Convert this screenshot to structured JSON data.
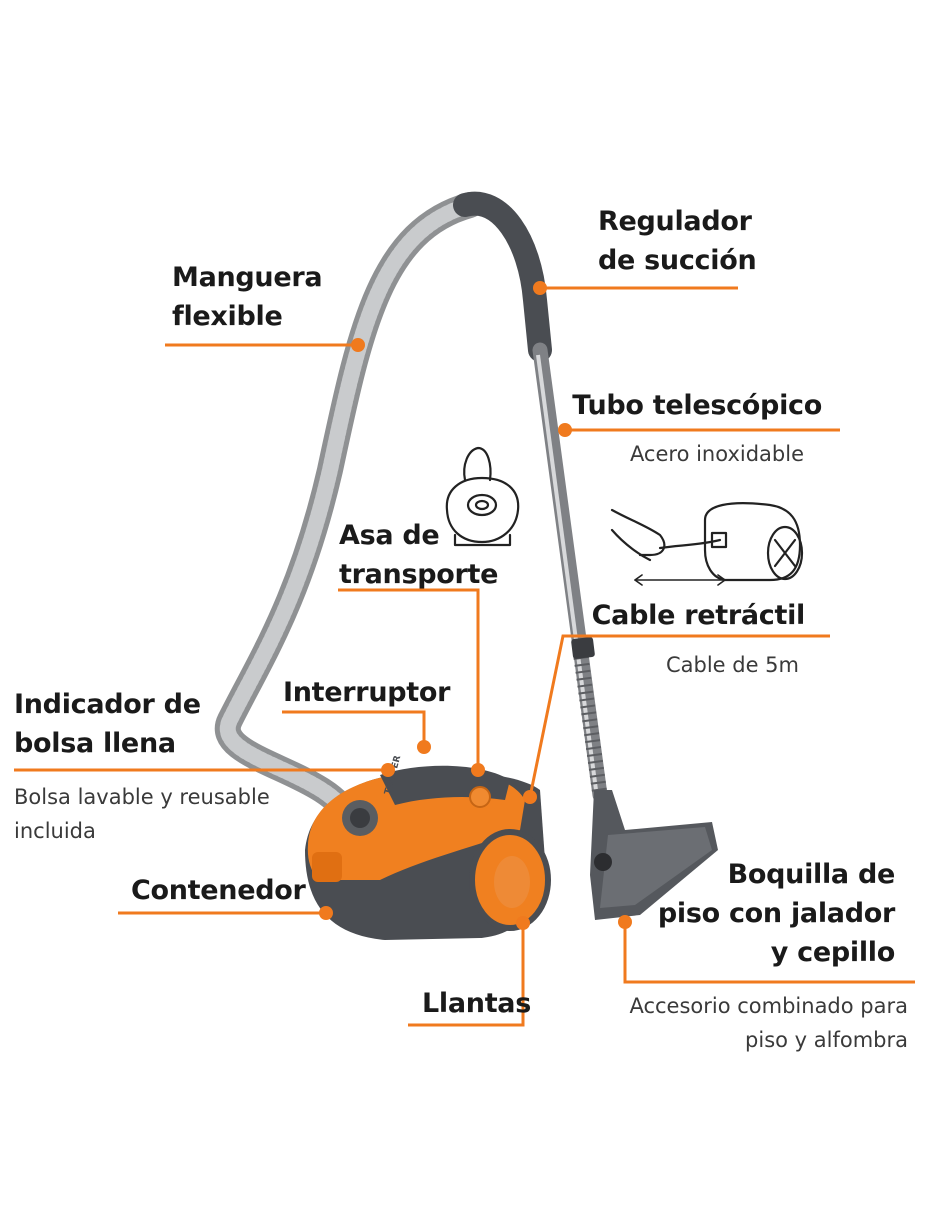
{
  "colors": {
    "accent": "#f07a1e",
    "body_orange": "#f08020",
    "dark_gray": "#4a4d52",
    "hose_gray": "#b4b6b8",
    "tube_steel": "#9a9ca0"
  },
  "labels": {
    "manguera": {
      "title": "Manguera\nflexible"
    },
    "regulador": {
      "title": "Regulador\nde succión"
    },
    "tubo": {
      "title": "Tubo telescópico",
      "subtitle": "Acero inoxidable"
    },
    "asa": {
      "title": "Asa de\ntransporte"
    },
    "cable": {
      "title": "Cable retráctil",
      "subtitle": "Cable de 5m"
    },
    "interruptor": {
      "title": "Interruptor"
    },
    "indicador": {
      "title": "Indicador de\nbolsa llena",
      "subtitle": "Bolsa lavable y reusable\nincluida"
    },
    "contenedor": {
      "title": "Contenedor"
    },
    "boquilla": {
      "title": "Boquilla de\npiso con jalador\ny cepillo",
      "subtitle": "Accesorio combinado para\npiso y alfombra"
    },
    "llantas": {
      "title": "Llantas"
    }
  },
  "product": {
    "brand_mark": "TRUPER"
  }
}
